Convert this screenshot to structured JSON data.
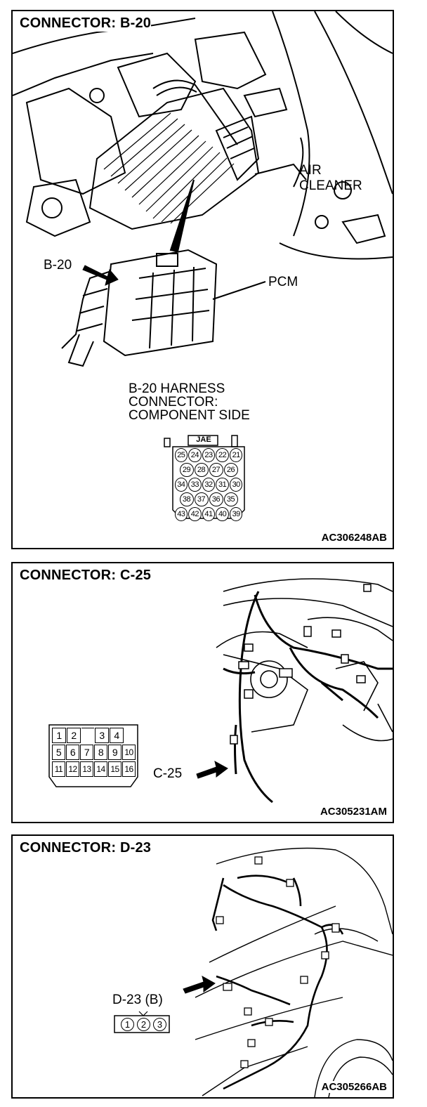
{
  "panels": [
    {
      "title": "CONNECTOR: B-20",
      "code": "AC306248AB",
      "labels": {
        "air_cleaner_1": "AIR",
        "air_cleaner_2": "CLEANER",
        "connector_callout": "B-20",
        "pcm": "PCM",
        "harness_1": "B-20 HARNESS",
        "harness_2": "CONNECTOR:",
        "harness_3": "COMPONENT SIDE"
      },
      "connector_maker": "JAE",
      "pin_rows": [
        [
          "25",
          "24",
          "23",
          "22",
          "21"
        ],
        [
          "29",
          "28",
          "27",
          "26"
        ],
        [
          "34",
          "33",
          "32",
          "31",
          "30"
        ],
        [
          "38",
          "37",
          "36",
          "35"
        ],
        [
          "43",
          "42",
          "41",
          "40",
          "39"
        ]
      ]
    },
    {
      "title": "CONNECTOR: C-25",
      "code": "AC305231AM",
      "labels": {
        "connector_callout": "C-25"
      },
      "pin_rows": [
        [
          "1",
          "2",
          "",
          "3",
          "4"
        ],
        [
          "5",
          "6",
          "7",
          "8",
          "9",
          "10"
        ],
        [
          "11",
          "12",
          "13",
          "14",
          "15",
          "16"
        ]
      ]
    },
    {
      "title": "CONNECTOR: D-23",
      "code": "AC305266AB",
      "labels": {
        "connector_callout": "D-23 (B)"
      },
      "pin_rows": [
        [
          "1",
          "2",
          "3"
        ]
      ]
    }
  ]
}
